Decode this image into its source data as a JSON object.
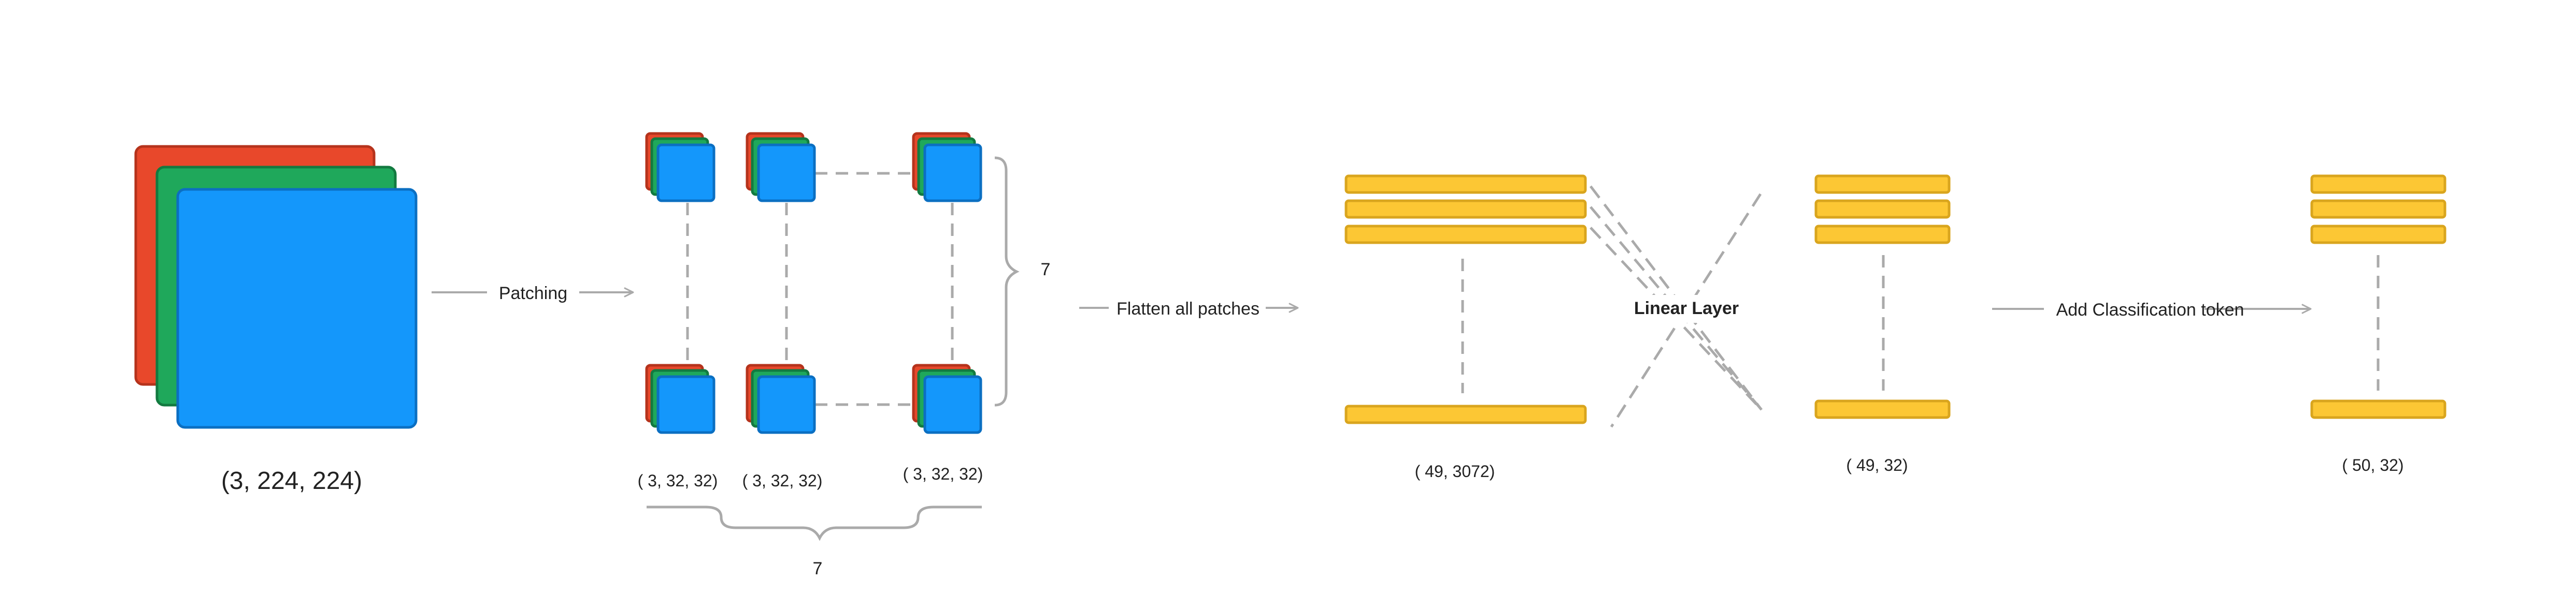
{
  "colors": {
    "red": "#E8482B",
    "green": "#1FA85B",
    "blue": "#1497FB",
    "blue_stroke": "#0B6FC2",
    "yellow": "#FCC734",
    "yellow_stroke": "#D9A51E",
    "line": "#AAAAAA",
    "text": "#222222"
  },
  "image_label": "(3, 224, 224)",
  "patching_label": "Patching",
  "patch_labels": [
    "( 3, 32, 32)",
    "( 3, 32, 32)",
    "( 3, 32, 32)"
  ],
  "grid_rows_label": "7",
  "grid_cols_label": "7",
  "flatten_label": "Flatten all patches",
  "flat_shape": "( 49, 3072)",
  "linear_label": "Linear Layer",
  "embed_shape": "( 49, 32)",
  "cls_label": "Add Classification token",
  "final_shape": "( 50, 32)"
}
